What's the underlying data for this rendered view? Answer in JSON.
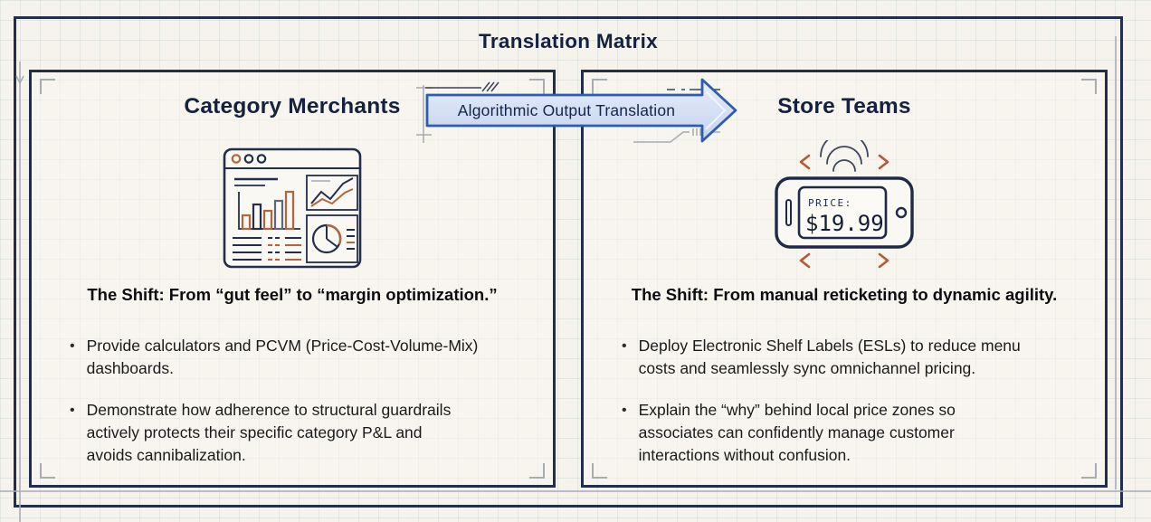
{
  "title": "Translation Matrix",
  "arrow": {
    "label": "Algorithmic Output Translation"
  },
  "ui": {
    "bullet_glyph": "•"
  },
  "panels": [
    {
      "header": "Category Merchants",
      "icon": "analytics-dashboard-icon",
      "shift": "The Shift: From “gut feel” to “margin optimization.”",
      "bullets": [
        "Provide calculators and PCVM (Price-Cost-Volume-Mix)\ndashboards.",
        "Demonstrate how adherence to structural guardrails\nactively protects their specific category P&L and\navoids cannibalization."
      ]
    },
    {
      "header": "Store Teams",
      "icon": "electronic-shelf-label-icon",
      "esl_label": "PRICE:",
      "esl_price": "$19.99",
      "shift": "The Shift: From manual reticketing to dynamic agility.",
      "bullets": [
        "Deploy Electronic Shelf Labels (ESLs) to reduce menu\ncosts and seamlessly sync omnichannel pricing.",
        "Explain the “why” behind local price zones so\nassociates can confidently manage customer\ninteractions without confusion."
      ]
    }
  ],
  "colors": {
    "navy": "#232e4d",
    "orange": "#b5643c",
    "arrow_fill": "#d9e3f5",
    "arrow_border": "#2e5cb0",
    "sketch_gray": "#a7acb2",
    "background": "#f5f3ec"
  }
}
